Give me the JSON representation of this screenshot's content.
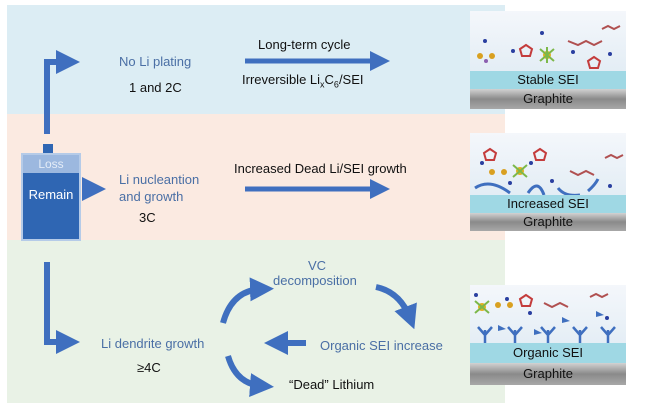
{
  "diagram": {
    "battery": {
      "loss_label": "Loss",
      "remain_label": "Remain",
      "colors": {
        "remain": "#2f66b3",
        "loss": "#9cb8df"
      }
    },
    "rows": [
      {
        "id": "low-rate",
        "mechanism": "No Li plating",
        "rate": "1 and 2C",
        "arrow_label_above": "Long-term cycle",
        "arrow_label_below_main": "Irreversible Li",
        "arrow_label_below_sub_x": "x",
        "arrow_label_below_mid": "C",
        "arrow_label_below_sub_6": "6",
        "arrow_label_below_end": "/SEI",
        "panel": {
          "sei_label": "Stable SEI",
          "substrate_label": "Graphite"
        },
        "background": "#dcedf4"
      },
      {
        "id": "mid-rate",
        "mechanism_line1": "Li nucleantion",
        "mechanism_line2": "and growth",
        "rate": "3C",
        "arrow_label_above": "Increased Dead Li/SEI growth",
        "panel": {
          "sei_label": "Increased SEI",
          "substrate_label": "Graphite"
        },
        "background": "#fbeae1"
      },
      {
        "id": "high-rate",
        "mechanism": "Li dendrite growth",
        "rate": "≥4C",
        "cycle": {
          "step1_line1": "VC",
          "step1_line2": "decomposition",
          "step2": "Organic SEI increase",
          "branch": "“Dead” Lithium"
        },
        "panel": {
          "sei_label": "Organic SEI",
          "substrate_label": "Graphite"
        },
        "background": "#e9f2e6"
      }
    ],
    "colors": {
      "arrow": "#3f6fbf",
      "mechanism_text": "#4a6fa5"
    }
  }
}
